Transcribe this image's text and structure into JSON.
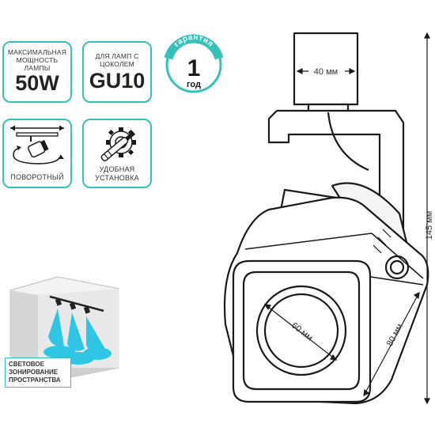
{
  "badges": {
    "power": {
      "caption": "МАКСИМАЛЬНАЯ МОЩНОСТЬ ЛАМПЫ",
      "value": "50W"
    },
    "base": {
      "caption": "ДЛЯ ЛАМП С ЦОКОЛЕМ",
      "value": "GU10"
    },
    "rotate": {
      "caption": "ПОВОРОТНЫЙ",
      "icon": "rotating-spotlight-icon"
    },
    "install": {
      "caption": "УДОБНАЯ УСТАНОВКА",
      "icon": "wrench-gear-icon"
    }
  },
  "warranty": {
    "arc_text": "гарантия",
    "number": "1",
    "unit": "год"
  },
  "zoning": {
    "caption": "СВЕТОВОЕ ЗОНИРОВАНИЕ ПРОСТРАНСТВА"
  },
  "dimensions": {
    "width_top": "40 мм",
    "height": "145 мм",
    "depth": "80 мм",
    "diameter": "60 мм"
  },
  "colors": {
    "accent": "#35c0b8",
    "light": "#2fc6e6",
    "stroke": "#1a1a1a"
  }
}
